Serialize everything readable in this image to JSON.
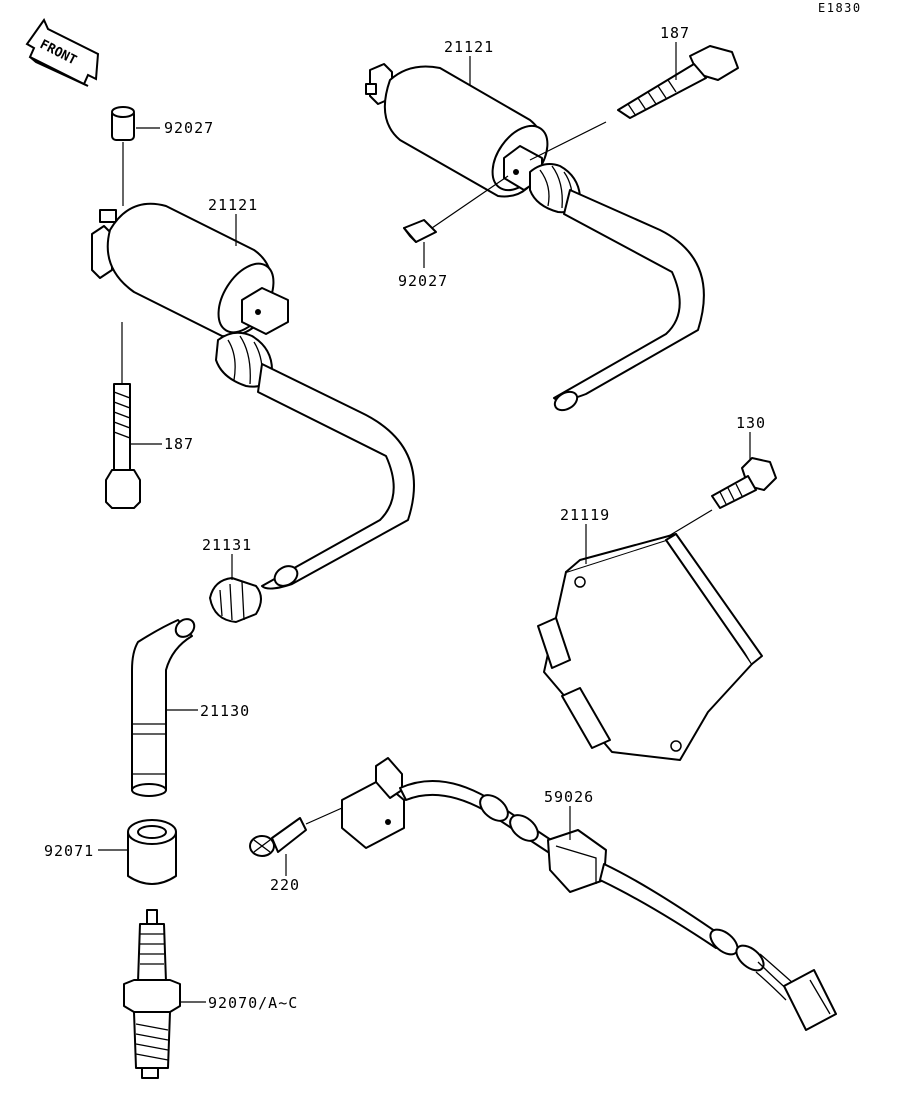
{
  "diagram_code": "E1830",
  "front_label": "FRONT",
  "labels": {
    "coil_rear": "21121",
    "bolt_rear": "187",
    "collar_rear": "92027",
    "collar_front": "92027",
    "coil_front": "21121",
    "bolt_front": "187",
    "bolt_igniter": "130",
    "igniter": "21119",
    "nut_cap": "21131",
    "plug_cap": "21130",
    "seal": "92071",
    "spark_plug": "92070/A~C",
    "harness": "59026",
    "screw": "220"
  }
}
